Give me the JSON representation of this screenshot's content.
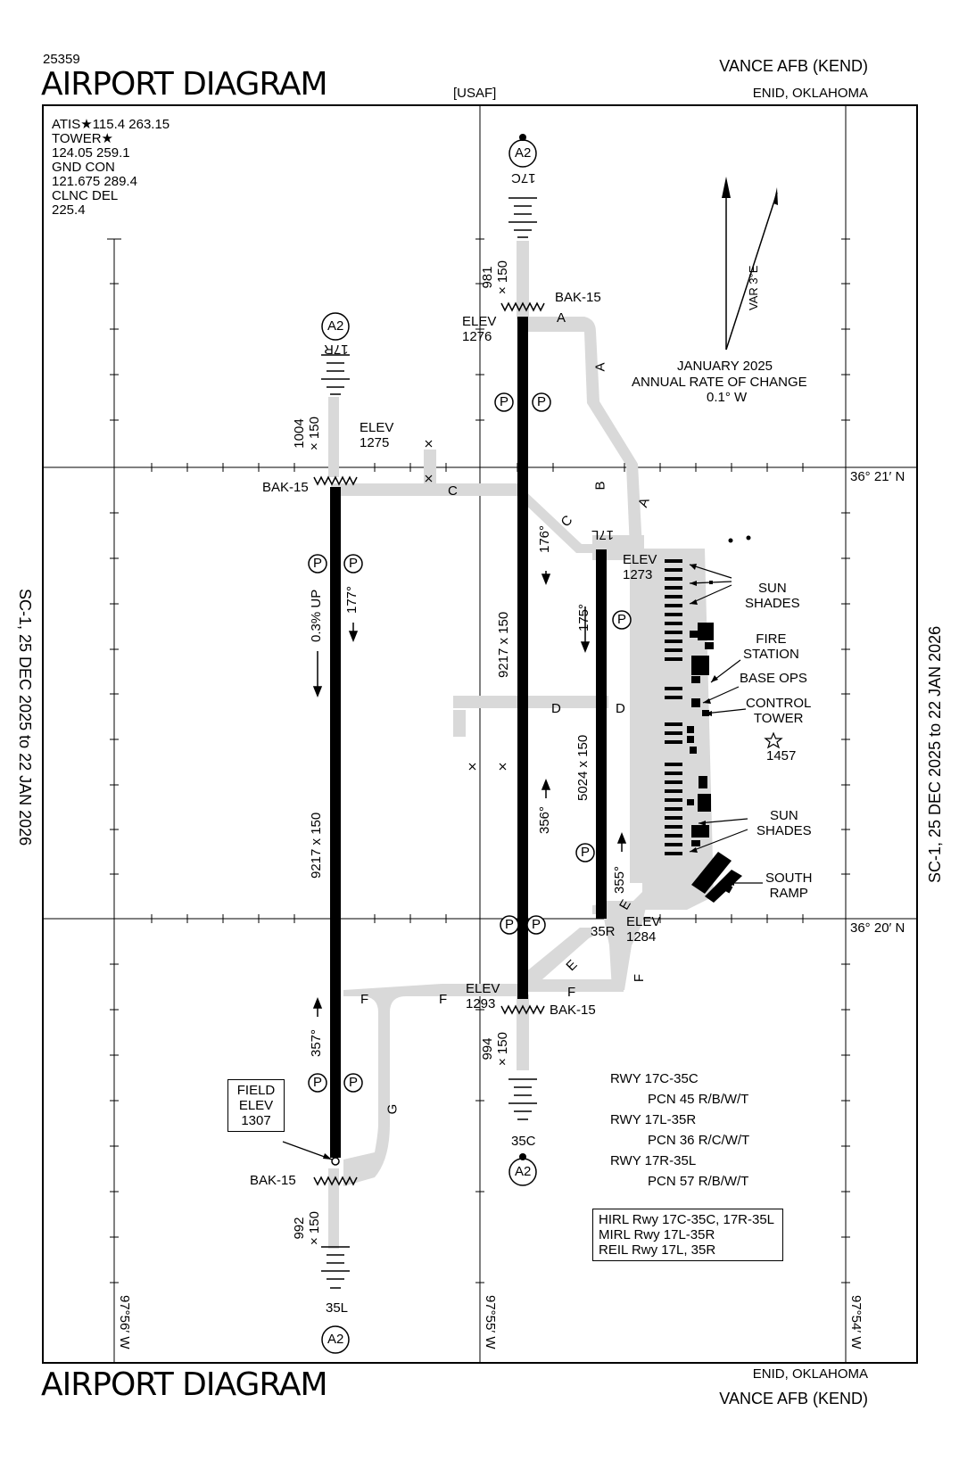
{
  "header": {
    "chart_number": "25359",
    "title": "AIRPORT DIAGRAM",
    "agency": "[USAF]",
    "airport": "VANCE AFB  (KEND)",
    "city": "ENID, OKLAHOMA"
  },
  "footer": {
    "title": "AIRPORT DIAGRAM",
    "city": "ENID, OKLAHOMA",
    "airport": "VANCE AFB  (KEND)"
  },
  "comms": [
    "ATIS★115.4  263.15",
    "TOWER★",
    "124.05  259.1",
    "GND CON",
    "121.675  289.4",
    "CLNC DEL",
    "225.4"
  ],
  "validity": {
    "left": "SC-1,  25 DEC 2025  to  22 JAN 2026",
    "right": "SC-1,  25 DEC 2025  to  22 JAN 2026"
  },
  "coordinates": {
    "lat_north": "36° 21′ N",
    "lat_south": "36° 20′ N",
    "lon_west": "97°56′ W",
    "lon_mid": "97°55′ W",
    "lon_east": "97°54′ W"
  },
  "variation": {
    "label": "VAR 3°E",
    "date": "JANUARY 2025",
    "rate_title": "ANNUAL RATE OF CHANGE",
    "rate": "0.1° W"
  },
  "runways": {
    "r17r": "17R",
    "r35l": "35L",
    "r17c": "17C",
    "r35c": "35C",
    "r17l": "17L",
    "r35r": "35R",
    "dim_17r": "1004\n× 150",
    "dim_17c": "981\n× 150",
    "dim_35c": "994\n× 150",
    "dim_35l": "992\n× 150",
    "len_rw17r": "9217 x 150",
    "len_rw17c": "9217 x 150",
    "len_rw17l": "5024 x 150",
    "slope": "0.3% UP",
    "hdg_177": "177°",
    "hdg_357": "357°",
    "hdg_176": "176°",
    "hdg_356": "356°",
    "hdg_175": "175°",
    "hdg_355": "355°",
    "elev_17r": "ELEV\n1275",
    "elev_17c": "ELEV\n1276",
    "elev_35c": "ELEV\n1293",
    "elev_17l": "ELEV\n1273",
    "elev_35r": "ELEV\n1284",
    "field_elev": "FIELD\nELEV\n1307",
    "bak": "BAK-15",
    "a2": "A2"
  },
  "taxiways": [
    "A",
    "B",
    "C",
    "D",
    "E",
    "F",
    "G"
  ],
  "facilities": {
    "sun_shades": "SUN\nSHADES",
    "fire_station": "FIRE\nSTATION",
    "base_ops": "BASE OPS",
    "control_tower": "CONTROL\nTOWER",
    "tower_elev": "1457",
    "south_ramp": "SOUTH\nRAMP"
  },
  "pcn": [
    {
      "rwy": "RWY 17C-35C",
      "value": "PCN 45 R/B/W/T"
    },
    {
      "rwy": "RWY 17L-35R",
      "value": "PCN 36 R/C/W/T"
    },
    {
      "rwy": "RWY 17R-35L",
      "value": "PCN 57 R/B/W/T"
    }
  ],
  "lighting": [
    "HIRL Rwy 17C-35C, 17R-35L",
    "MIRL Rwy 17L-35R",
    "REIL Rwy 17L, 35R"
  ]
}
